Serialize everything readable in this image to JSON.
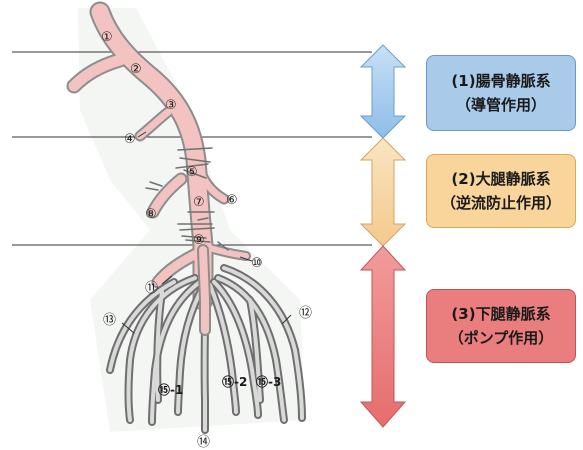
{
  "labels": {
    "n1": "①",
    "n2": "②",
    "n3": "③",
    "n4": "④",
    "n5": "⑤",
    "n6": "⑥",
    "n7": "⑦",
    "n8": "⑧",
    "n9": "⑨",
    "n10": "⑩",
    "n11": "⑪",
    "n12": "⑫",
    "n13": "⑬",
    "n14": "⑭",
    "n15_1": "⑮-1",
    "n15_2": "⑮-2",
    "n15_3": "⑮-3"
  },
  "systems": [
    {
      "title": "(1)腸骨静脈系",
      "subtitle": "（導管作用）",
      "color": "#a9cbe9",
      "arrow_color": "#9fc8ee"
    },
    {
      "title": "(2)大腿静脈系",
      "subtitle": "（逆流防止作用）",
      "color": "#f9d59b",
      "arrow_color": "#f6d6a4"
    },
    {
      "title": "(3)下腿静脈系",
      "subtitle": "（ポンプ作用）",
      "color": "#ea7e7e",
      "arrow_color": "#ec8686"
    }
  ]
}
